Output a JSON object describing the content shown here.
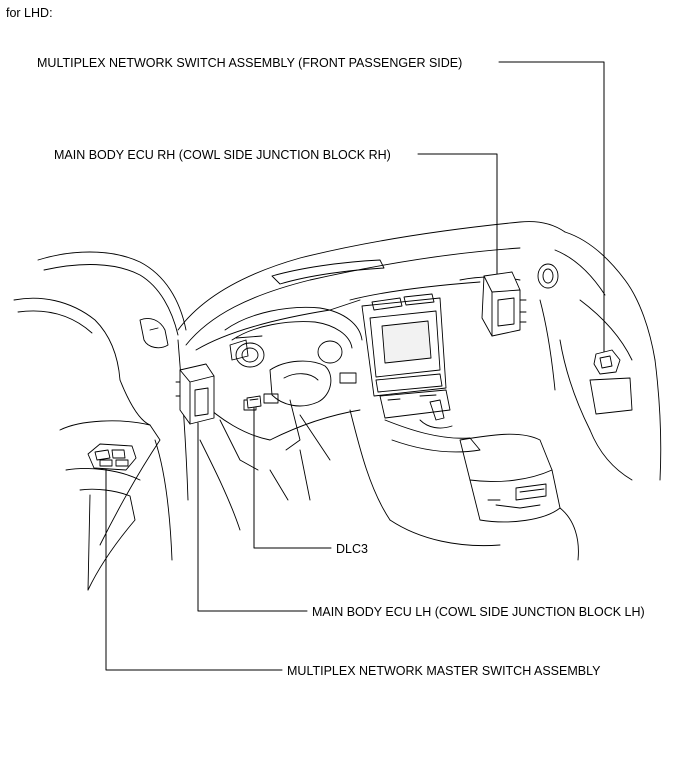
{
  "header": {
    "note": "for LHD:"
  },
  "labels": {
    "passenger_switch": "MULTIPLEX NETWORK SWITCH ASSEMBLY (FRONT PASSENGER SIDE)",
    "ecu_rh": "MAIN BODY ECU RH (COWL SIDE JUNCTION BLOCK RH)",
    "dlc3": "DLC3",
    "ecu_lh": "MAIN BODY ECU LH (COWL SIDE JUNCTION BLOCK LH)",
    "master_switch": "MULTIPLEX NETWORK MASTER SWITCH ASSEMBLY"
  }
}
